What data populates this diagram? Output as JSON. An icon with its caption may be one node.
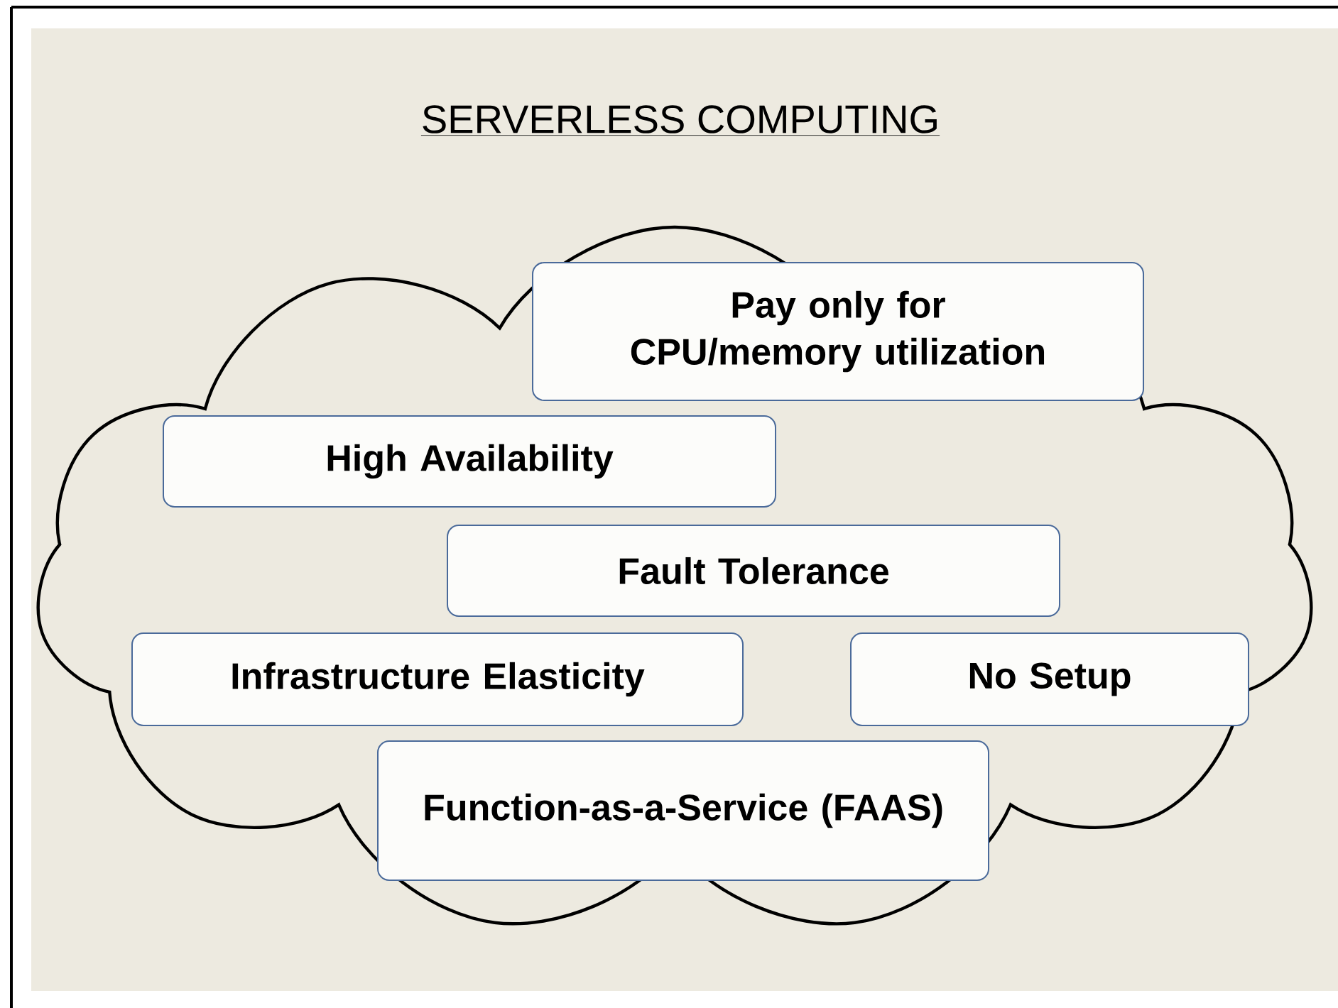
{
  "diagram": {
    "title": "SERVERLESS COMPUTING",
    "nodes": [
      {
        "text": [],
        "shape": "cloud"
      },
      {
        "text": [
          "Pay only for CPU/memory utilization"
        ],
        "in": 0
      },
      {
        "text": [
          "High Availability"
        ],
        "in": 0
      },
      {
        "text": [
          "Fault Tolerance"
        ],
        "in": 0
      },
      {
        "text": [
          "Infrastructure Elasticity"
        ],
        "in": 0
      },
      {
        "text": [
          "No Setup"
        ],
        "in": 0
      },
      {
        "text": [
          "Function-as-a-Service (FAAS)"
        ],
        "in": 0
      }
    ]
  }
}
